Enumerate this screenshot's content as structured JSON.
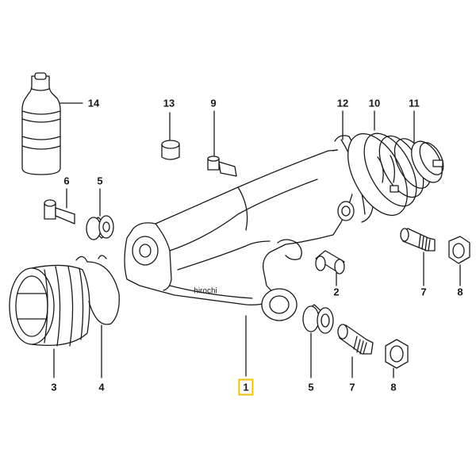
{
  "labels": {
    "l14": "14",
    "l13": "13",
    "l9": "9",
    "l12": "12",
    "l10": "10",
    "l11": "11",
    "l6": "6",
    "l5a": "5",
    "l2": "2",
    "l7a": "7",
    "l8a": "8",
    "l3": "3",
    "l4": "4",
    "l1": "1",
    "l5b": "5",
    "l7b": "7",
    "l8b": "8"
  },
  "watermark": "hirochi",
  "colors": {
    "line": "#1a1a1a",
    "highlight": "#f2c200",
    "background": "#ffffff"
  }
}
